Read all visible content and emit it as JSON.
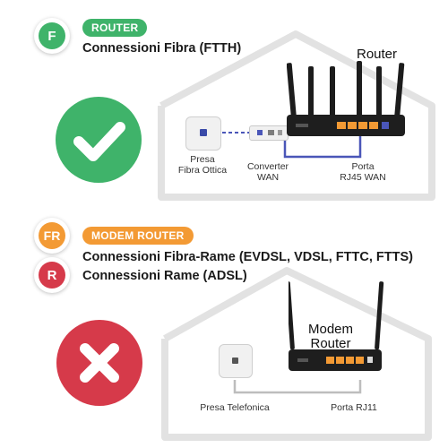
{
  "colors": {
    "green": "#3fb36a",
    "orange": "#f39a34",
    "red": "#d63a4a",
    "cable": "#4a56b8",
    "house": "#e2e2e2",
    "wire_grey": "#bdbdbd"
  },
  "router_section": {
    "badge_letter": "F",
    "pill_label": "ROUTER",
    "heading": "Connessioni Fibra (FTTH)",
    "status_icon": "check-icon",
    "router_label": "Router",
    "presa_label_line1": "Presa",
    "presa_label_line2": "Fibra Ottica",
    "converter_label_line1": "Converter",
    "converter_label_line2": "WAN",
    "porta_label_line1": "Porta",
    "porta_label_line2": "RJ45 WAN"
  },
  "modem_section": {
    "badge_fr_letter": "FR",
    "badge_r_letter": "R",
    "pill_label": "MODEM ROUTER",
    "heading_fr": "Connessioni Fibra-Rame (EVDSL, VDSL, FTTC, FTTS)",
    "heading_r": "Connessioni Rame (ADSL)",
    "status_icon": "cross-icon",
    "modem_label_line1": "Modem",
    "modem_label_line2": "Router",
    "presa_label": "Presa Telefonica",
    "porta_label": "Porta RJ11"
  }
}
